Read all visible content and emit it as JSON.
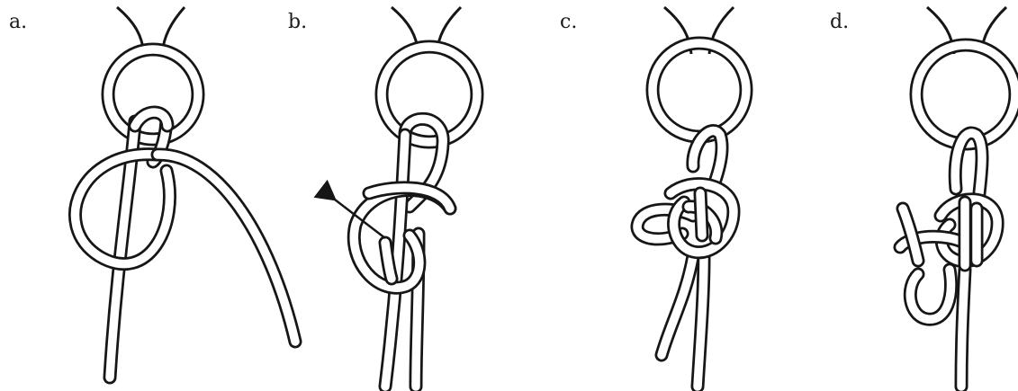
{
  "panels": [
    {
      "id": "a",
      "label": "a."
    },
    {
      "id": "b",
      "label": "b."
    },
    {
      "id": "c",
      "label": "c."
    },
    {
      "id": "d",
      "label": "d."
    }
  ],
  "colors": {
    "ink": "#161616",
    "paper": "#ffffff"
  },
  "icons": [
    "ring-icon",
    "cord-icon",
    "arrow-icon",
    "knot-icon"
  ]
}
